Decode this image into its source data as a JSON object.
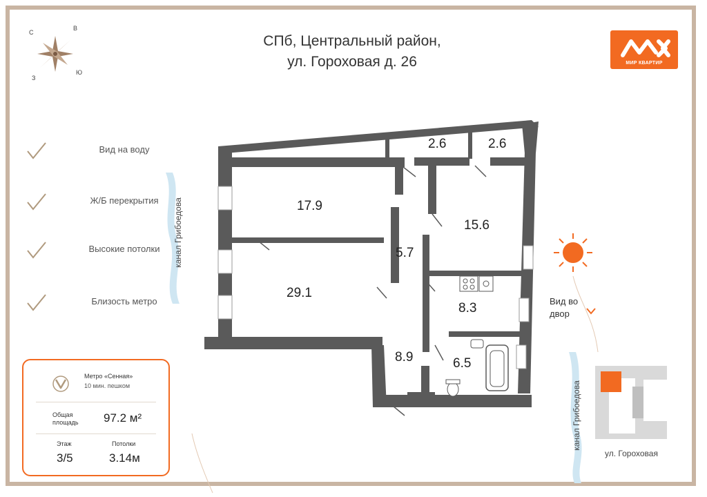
{
  "header": {
    "title_line1": "СПб, Центральный район,",
    "title_line2": "ул. Гороховая д. 26"
  },
  "logo": {
    "caption": "МИР КВАРТИР",
    "color": "#f26a21"
  },
  "compass": {
    "north": "С",
    "east": "В",
    "west": "З",
    "south": "Ю",
    "icon": "compass-rose-icon"
  },
  "features": [
    {
      "label": "Вид на воду"
    },
    {
      "label": "Ж/Б перекрытия"
    },
    {
      "label": "Высокие потолки"
    },
    {
      "label": "Близость метро"
    }
  ],
  "info": {
    "metro_name": "Метро «Сенная»",
    "metro_walk": "10 мин. пешком",
    "area_label": "Общая площадь",
    "area_value": "97.2 м²",
    "floor_label": "Этаж",
    "floor_value": "3/5",
    "ceiling_label": "Потолки",
    "ceiling_value": "3.14м"
  },
  "rooms": [
    "2.6",
    "2.6",
    "17.9",
    "15.6",
    "5.7",
    "29.1",
    "8.3",
    "8.9",
    "6.5"
  ],
  "labels": {
    "canal_left": "канал Грибоедова",
    "canal_right": "канал Грибоедова",
    "yard_view": "Вид во двор",
    "street": "ул. Гороховая"
  },
  "colors": {
    "accent": "#f26a21",
    "wall": "#5a5a5a",
    "frame": "#c9b5a3",
    "water": "#cfe6f2"
  }
}
